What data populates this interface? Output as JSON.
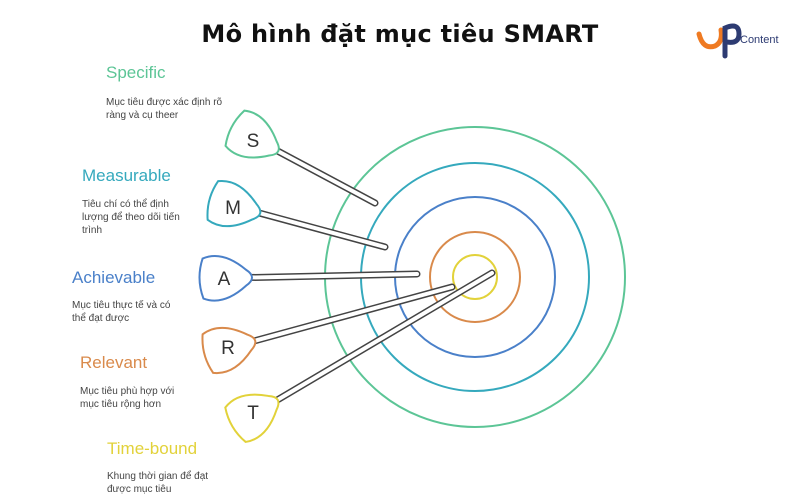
{
  "title": "Mô hình đặt mục tiêu SMART",
  "logo": {
    "text": "Content"
  },
  "items": [
    {
      "letter": "S",
      "heading": "Specific",
      "desc": "Mục tiêu được xác định rõ ràng và cụ theer",
      "color": "#5cc596"
    },
    {
      "letter": "M",
      "heading": "Measurable",
      "desc": "Tiêu chí có thể định lượng để theo dõi tiến trình",
      "color": "#35a9bd"
    },
    {
      "letter": "A",
      "heading": "Achievable",
      "desc": "Mục tiêu thực tế và có thể đạt được",
      "color": "#4a80c9"
    },
    {
      "letter": "R",
      "heading": "Relevant",
      "desc": "Mục tiêu phù hợp với mục tiêu rộng hơn",
      "color": "#d98a4b"
    },
    {
      "letter": "T",
      "heading": "Time-bound",
      "desc": "Khung thời gian để đạt được mục tiêu",
      "color": "#e2d23a"
    }
  ]
}
